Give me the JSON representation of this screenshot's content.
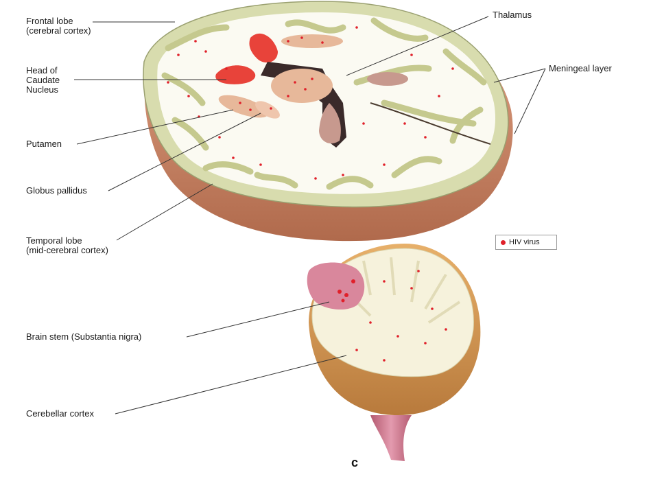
{
  "labels": {
    "frontal_lobe": "Frontal lobe\n(cerebral cortex)",
    "head_caudate": "Head of\nCaudate\nNucleus",
    "putamen": "Putamen",
    "globus_pallidus": "Globus pallidus",
    "temporal_lobe": "Temporal lobe\n(mid-cerebral cortex)",
    "brain_stem": "Brain stem (Substantia nigra)",
    "cerebellar_cortex": "Cerebellar cortex",
    "thalamus": "Thalamus",
    "meningeal_layer": "Meningeal layer"
  },
  "legend": {
    "text": "HIV virus",
    "dot_color": "#e0202a"
  },
  "panel_letter": "c",
  "colors": {
    "white_matter": "#fbfaf2",
    "gray_matter": "#d8dcae",
    "cortex_outer": "#c98160",
    "cerebellum_base": "#d99a55",
    "stem": "#c9677f",
    "virus": "#e0202a",
    "nucleus": "#e7b89a",
    "ventricle": "#3a2a2a"
  }
}
